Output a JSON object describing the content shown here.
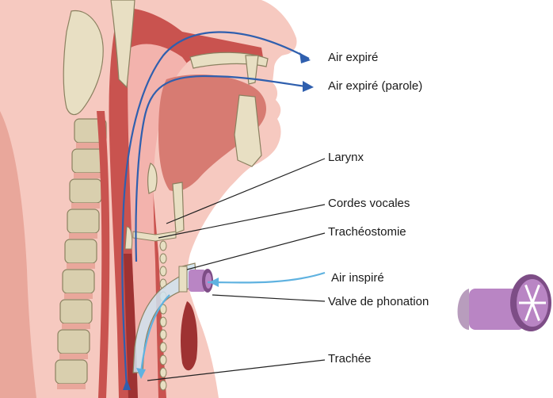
{
  "labels": {
    "air_expire": "Air expiré",
    "air_expire_parole": "Air expiré (parole)",
    "larynx": "Larynx",
    "cordes_vocales": "Cordes vocales",
    "tracheostomie": "Trachéostomie",
    "air_inspire": "Air inspiré",
    "valve_phonation": "Valve de phonation",
    "trachee": "Trachée"
  },
  "colors": {
    "skin": "#f6c9c0",
    "skin_dark": "#e9a79b",
    "muscle": "#c9534f",
    "muscle_dark": "#9e3232",
    "mouth_cavity": "#d77b72",
    "bone": "#e8dfc3",
    "bone_outline": "#8b8160",
    "vertebra": "#d9cfae",
    "airway_pink": "#f3b3ad",
    "exhale_arrow": "#2f5fae",
    "inhale_arrow": "#5fb2e0",
    "valve": "#b985c4",
    "valve_dark": "#7d4d86",
    "tube": "#cfe3ee",
    "leader_line": "#222222"
  },
  "icons": {
    "valve_closeup": "phonation-valve-illustration"
  }
}
